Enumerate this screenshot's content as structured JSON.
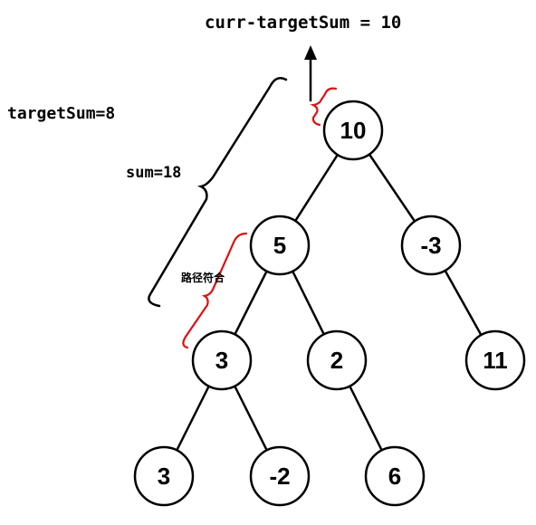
{
  "labels": {
    "title": "curr-targetSum = 10",
    "target_sum": "targetSum=8",
    "sum": "sum=18",
    "path_note": "路径符合"
  },
  "tree": {
    "nodes": [
      {
        "id": "n10",
        "value": "10"
      },
      {
        "id": "n5",
        "value": "5"
      },
      {
        "id": "nm3",
        "value": "-3"
      },
      {
        "id": "n3a",
        "value": "3"
      },
      {
        "id": "n2",
        "value": "2"
      },
      {
        "id": "n11",
        "value": "11"
      },
      {
        "id": "n3b",
        "value": "3"
      },
      {
        "id": "nm2",
        "value": "-2"
      },
      {
        "id": "n6",
        "value": "6"
      }
    ],
    "edges": [
      [
        "n10",
        "n5"
      ],
      [
        "n10",
        "nm3"
      ],
      [
        "n5",
        "n3a"
      ],
      [
        "n5",
        "n2"
      ],
      [
        "nm3",
        "n11"
      ],
      [
        "n3a",
        "n3b"
      ],
      [
        "n3a",
        "nm2"
      ],
      [
        "n2",
        "n6"
      ]
    ]
  },
  "colors": {
    "ink": "#000000",
    "highlight": "#e01010"
  }
}
